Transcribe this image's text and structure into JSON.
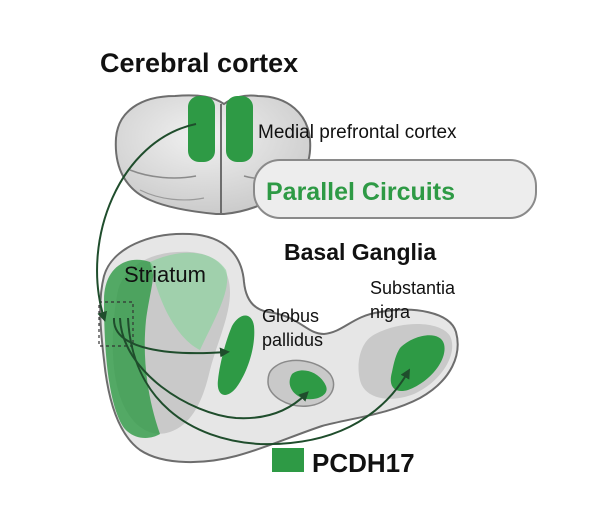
{
  "labels": {
    "cerebral_cortex": "Cerebral cortex",
    "medial_prefrontal_cortex": "Medial prefrontal cortex",
    "parallel_circuits": "Parallel Circuits",
    "basal_ganglia": "Basal Ganglia",
    "striatum": "Striatum",
    "globus_line1": "Globus",
    "globus_line2": "pallidus",
    "substantia_line1": "Substantia",
    "substantia_line2": "nigra",
    "legend": "PCDH17"
  },
  "colors": {
    "green": "#2e9a45",
    "light_green": "#8fd3a0",
    "dark_green_arrow": "#1f4d2c",
    "tissue_gray": "#c9c9c9",
    "tissue_light": "#e4e4e4",
    "outline": "#6d6d6d",
    "banner_fill": "#ededed",
    "banner_text": "#2e9a45"
  }
}
